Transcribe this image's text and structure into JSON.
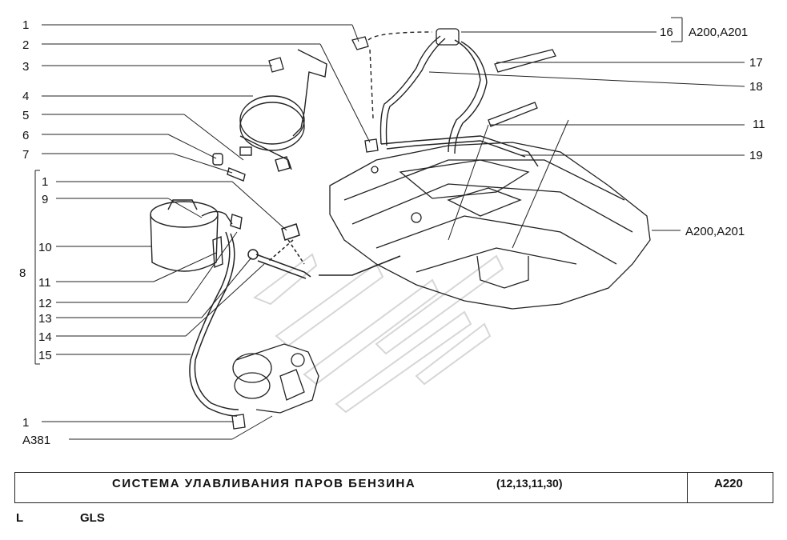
{
  "callouts_left": [
    "1",
    "2",
    "3",
    "4",
    "5",
    "6",
    "7",
    "1",
    "9",
    "10",
    "8",
    "11",
    "12",
    "13",
    "14",
    "15",
    "1",
    "A381"
  ],
  "callouts_right": [
    "16",
    "A200,A201",
    "17",
    "18",
    "11",
    "19",
    "A200,A201"
  ],
  "title_block": {
    "title": "СИСТЕМА УЛАВЛИВАНИЯ ПАРОВ БЕНЗИНА",
    "models": "(12,13,11,30)",
    "code": "A220"
  },
  "footer": {
    "left": "L",
    "variant": "GLS"
  },
  "colors": {
    "ink": "#222222",
    "paper": "#ffffff",
    "watermark": "#d8d8d8"
  }
}
